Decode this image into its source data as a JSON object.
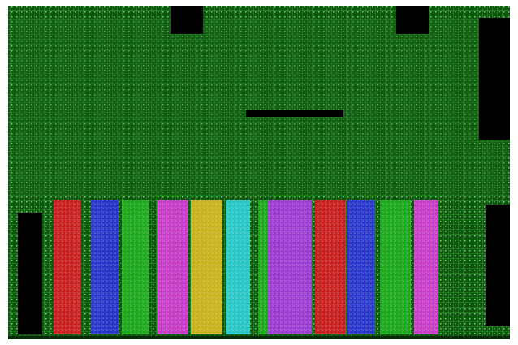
{
  "view": {
    "type": "ic-layout-viewer",
    "background": "#ffffff",
    "die_fill": "#0f3a0f",
    "grid_color": "#2fb82f",
    "via_color": "#7bd37b"
  },
  "layout": {
    "regions": [
      {
        "name": "standard-cell-logic-area",
        "color": "#1f7a1f"
      },
      {
        "name": "routing-channel",
        "color": "#000000"
      },
      {
        "name": "macro-block",
        "color": "#000000"
      }
    ],
    "memory_columns": [
      {
        "name": "memory-bank-red-1",
        "color": "#c81e1e"
      },
      {
        "name": "memory-bank-blue-1",
        "color": "#2433c8"
      },
      {
        "name": "memory-bank-green-1",
        "color": "#1aa81a"
      },
      {
        "name": "memory-bank-magenta-1",
        "color": "#c63ac6"
      },
      {
        "name": "memory-bank-yellow-1",
        "color": "#c7b21a"
      },
      {
        "name": "memory-bank-cyan-1",
        "color": "#25c6c6"
      },
      {
        "name": "memory-bank-green-2",
        "color": "#1aa81a"
      },
      {
        "name": "memory-bank-purple-1",
        "color": "#9a3ad0"
      },
      {
        "name": "memory-bank-red-2",
        "color": "#c81e1e"
      },
      {
        "name": "memory-bank-blue-2",
        "color": "#2433c8"
      },
      {
        "name": "memory-bank-green-3",
        "color": "#1aa81a"
      },
      {
        "name": "memory-bank-magenta-2",
        "color": "#c63ac6"
      }
    ]
  }
}
